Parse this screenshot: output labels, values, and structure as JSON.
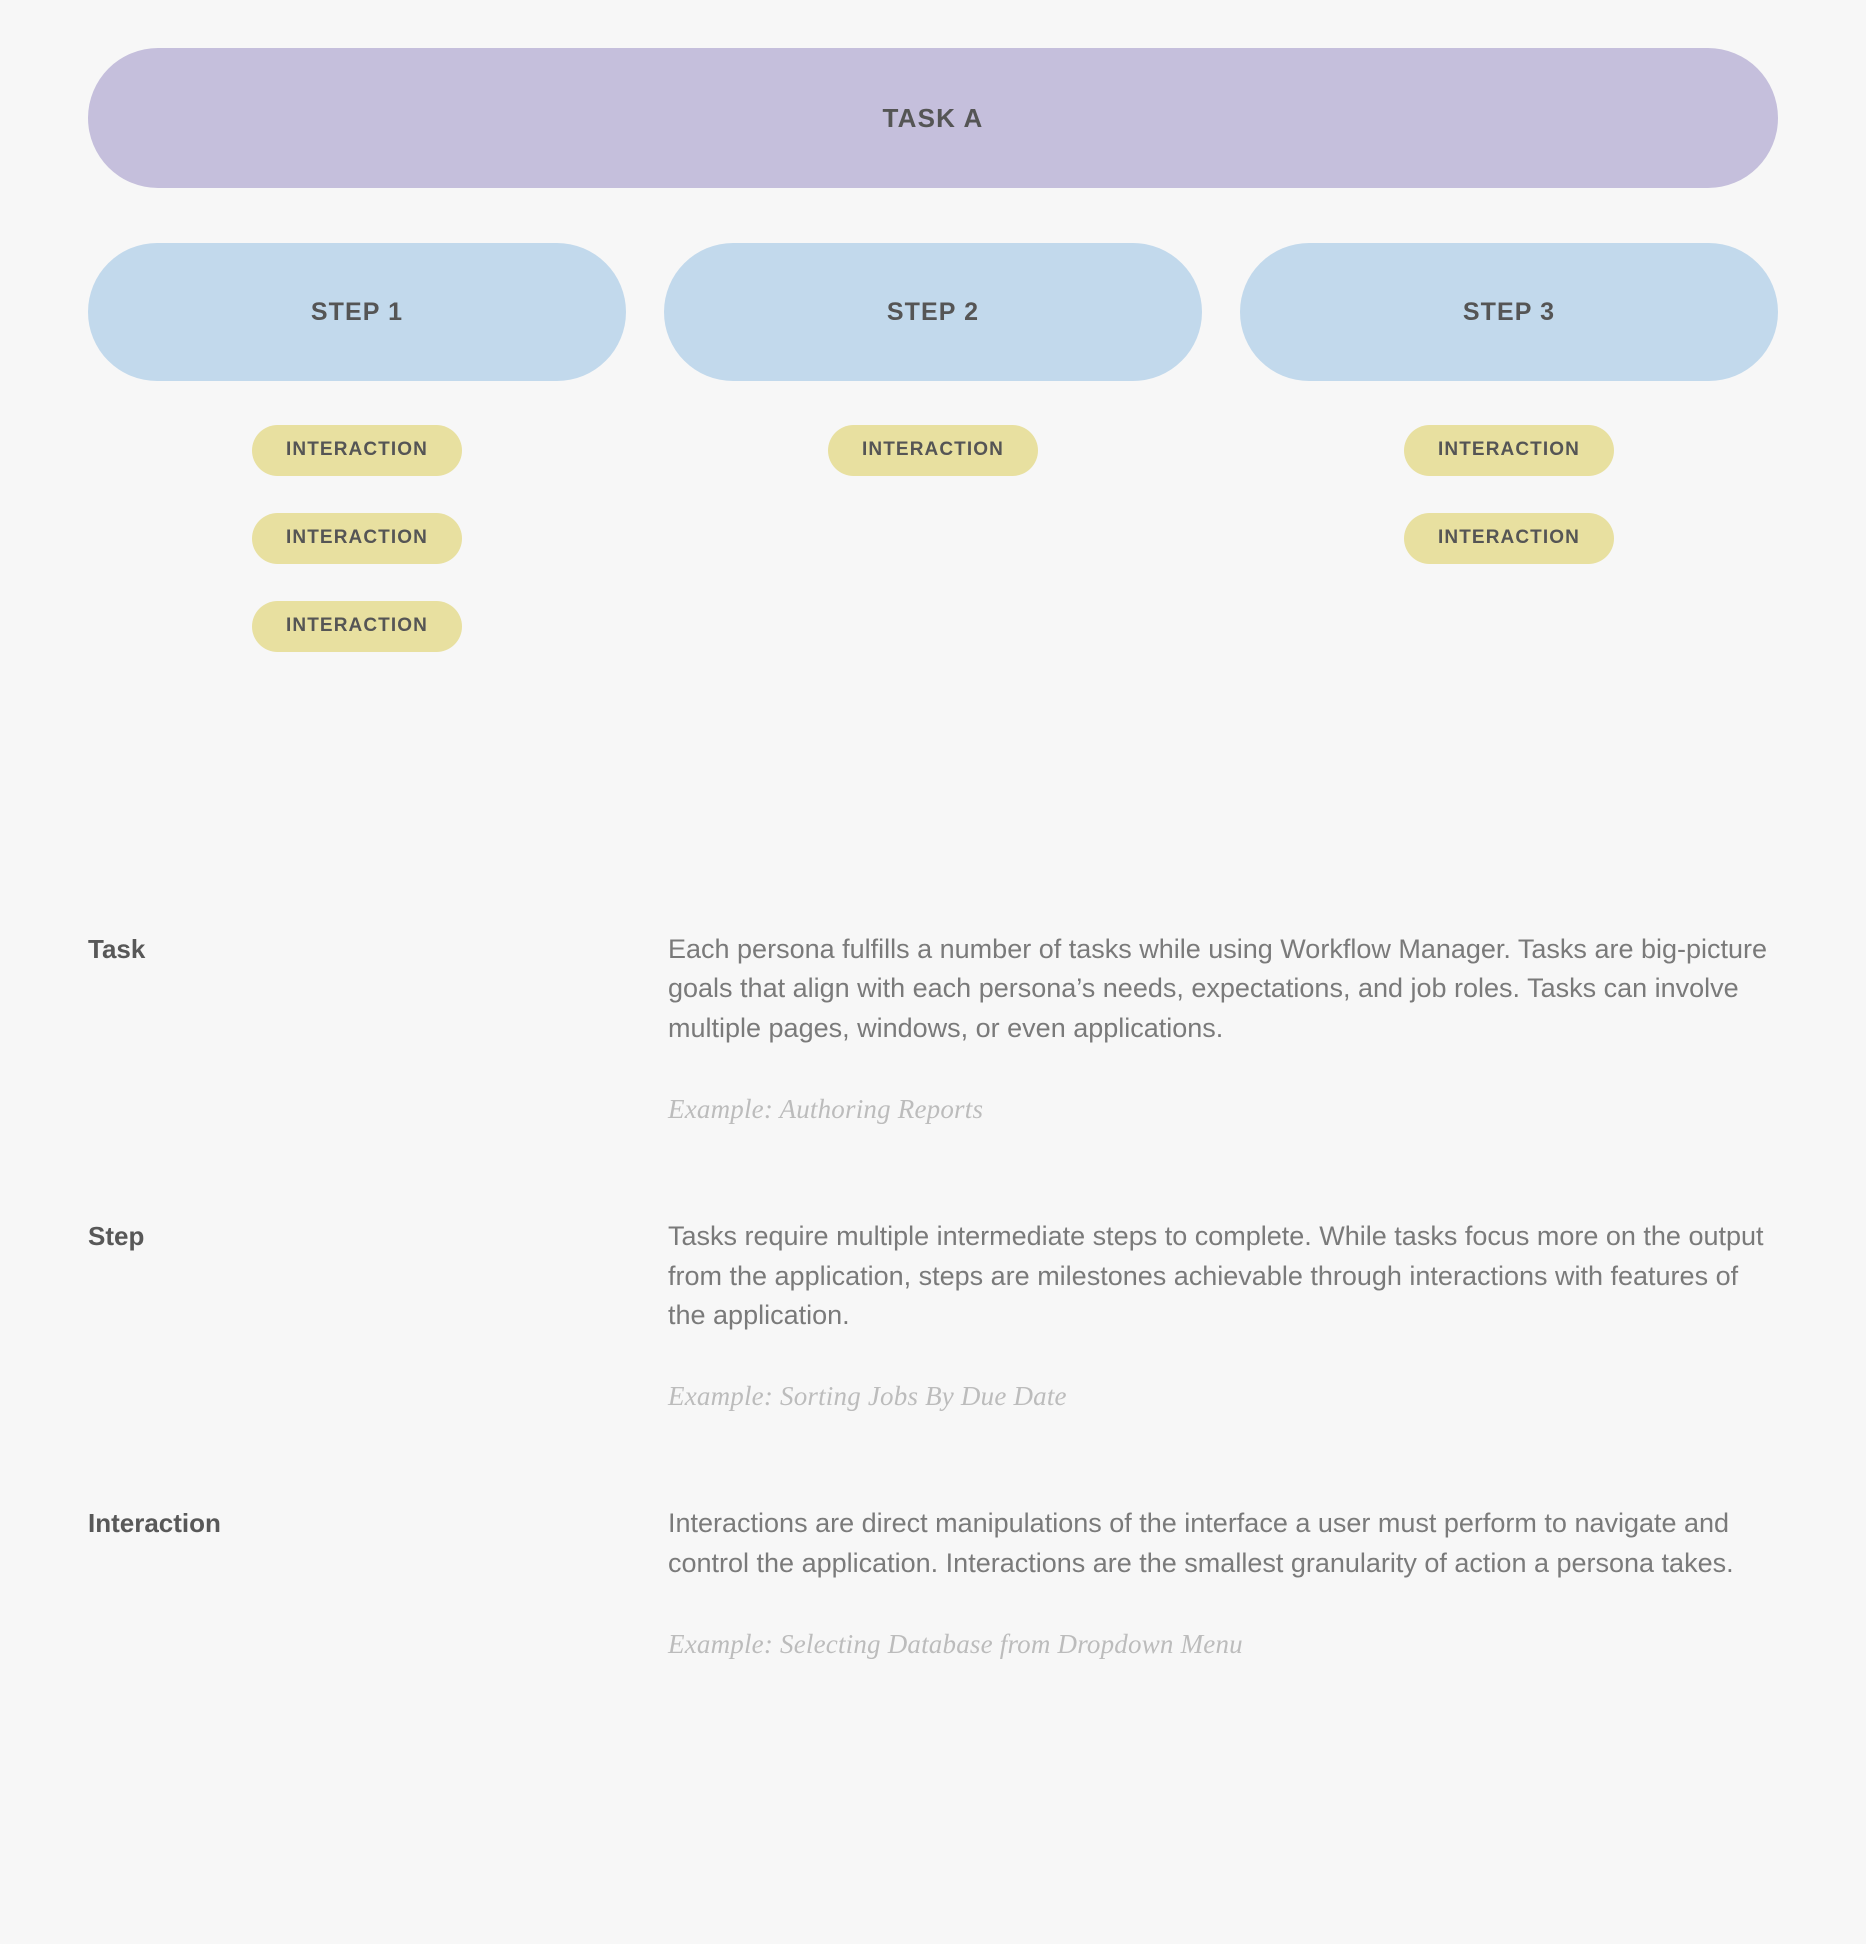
{
  "colors": {
    "background": "#f7f7f7",
    "task_fill": "#c5bfdc",
    "step_fill": "#c2d9ec",
    "interaction_fill": "#e8e0a0",
    "heading_text": "#555555",
    "body_text": "#7a7a7a",
    "example_text": "#bcbcbc"
  },
  "diagram": {
    "task": {
      "label": "TASK A"
    },
    "steps": [
      {
        "label": "STEP 1"
      },
      {
        "label": "STEP 2"
      },
      {
        "label": "STEP 3"
      }
    ],
    "interaction_columns": [
      {
        "step": "STEP 1",
        "interactions": [
          {
            "label": "INTERACTION"
          },
          {
            "label": "INTERACTION"
          },
          {
            "label": "INTERACTION"
          }
        ]
      },
      {
        "step": "STEP 2",
        "interactions": [
          {
            "label": "INTERACTION"
          }
        ]
      },
      {
        "step": "STEP 3",
        "interactions": [
          {
            "label": "INTERACTION"
          },
          {
            "label": "INTERACTION"
          }
        ]
      }
    ]
  },
  "definitions": [
    {
      "term": "Task",
      "description": "Each persona fulfills a number of tasks while using Workflow Manager. Tasks are big-picture goals that align with each persona’s needs, expectations, and job roles. Tasks can involve multiple pages, windows, or even applications.",
      "example": "Example: Authoring Reports"
    },
    {
      "term": "Step",
      "description": "Tasks require multiple intermediate steps to complete. While tasks focus more on the output from the application, steps are milestones achievable through interactions with features of the application.",
      "example": "Example: Sorting Jobs By Due Date"
    },
    {
      "term": "Interaction",
      "description": "Interactions are direct manipulations of the interface a user must perform to navigate and control the application. Interactions are the smallest granularity of action a persona takes.",
      "example": "Example: Selecting Database from Dropdown Menu"
    }
  ]
}
